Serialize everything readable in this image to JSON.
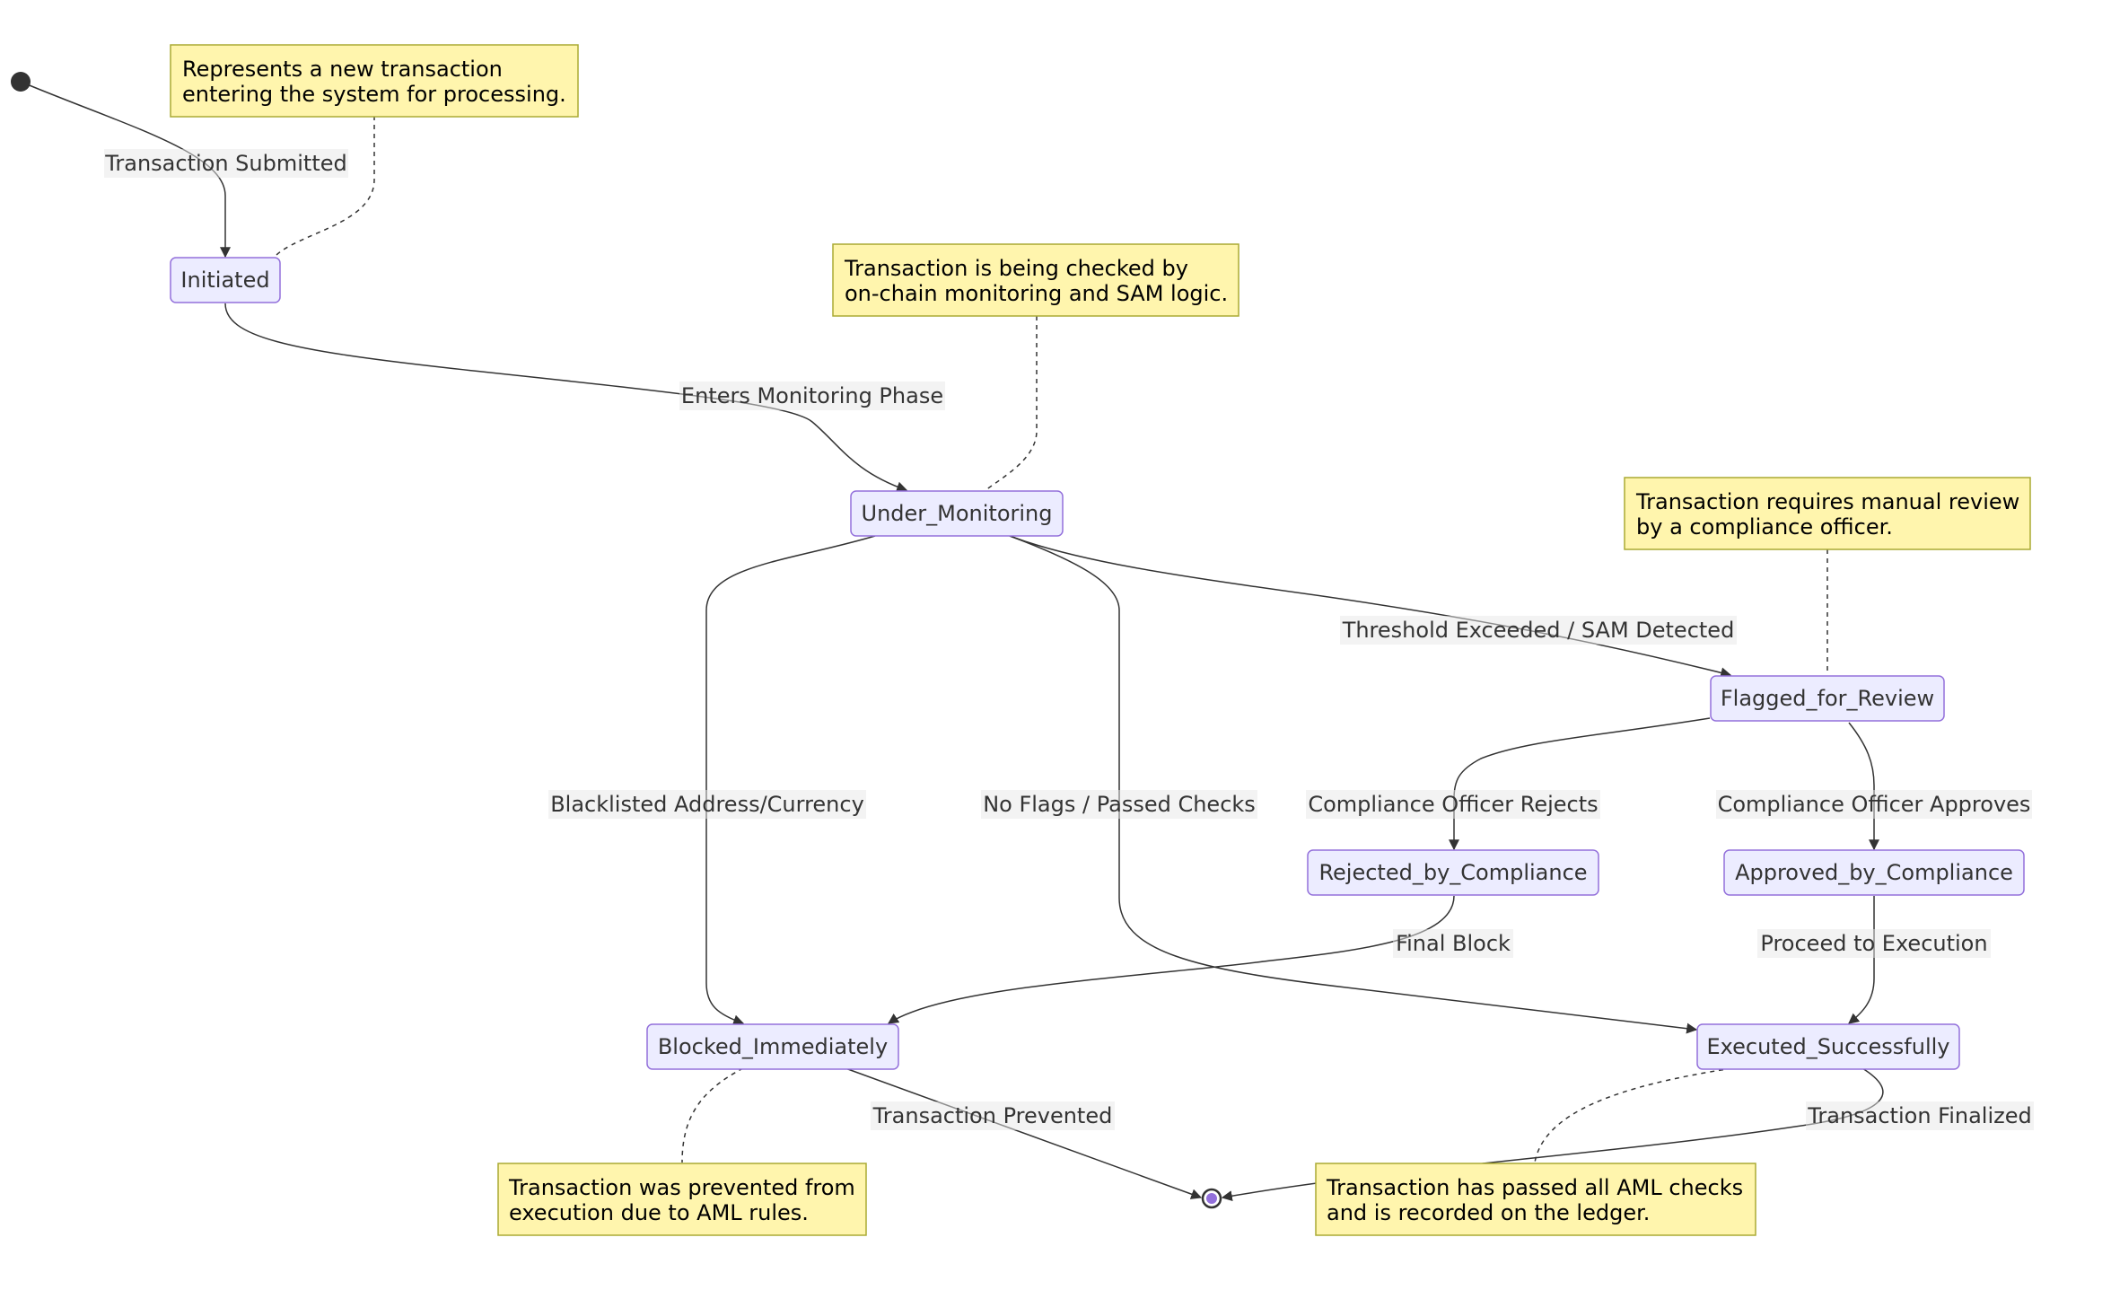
{
  "states": {
    "initiated": "Initiated",
    "under_monitoring": "Under_Monitoring",
    "flagged_for_review": "Flagged_for_Review",
    "rejected_by_compliance": "Rejected_by_Compliance",
    "approved_by_compliance": "Approved_by_Compliance",
    "blocked_immediately": "Blocked_Immediately",
    "executed_successfully": "Executed_Successfully"
  },
  "transitions": {
    "submitted": "Transaction Submitted",
    "enters_monitoring": "Enters Monitoring Phase",
    "threshold_exceeded": "Threshold Exceeded / SAM Detected",
    "blacklisted": "Blacklisted Address/Currency",
    "no_flags": "No Flags / Passed Checks",
    "officer_rejects": "Compliance Officer Rejects",
    "officer_approves": "Compliance Officer Approves",
    "final_block": "Final Block",
    "proceed_execution": "Proceed to Execution",
    "prevented": "Transaction Prevented",
    "finalized": "Transaction Finalized"
  },
  "notes": {
    "initiated": [
      "Represents a new transaction",
      "entering the system for processing."
    ],
    "under_monitoring": [
      "Transaction is being checked by",
      "on-chain monitoring and SAM logic."
    ],
    "flagged_for_review": [
      "Transaction requires manual review",
      "by a compliance officer."
    ],
    "blocked_immediately": [
      "Transaction was prevented from",
      "execution due to AML rules."
    ],
    "executed_successfully": [
      "Transaction has passed all AML checks",
      "and is recorded on the ledger."
    ]
  },
  "colors": {
    "state_fill": "#ECECFF",
    "state_stroke": "#9370DB",
    "note_fill": "#FFF5AD",
    "note_stroke": "#AAAA33",
    "edge": "#333333",
    "end_inner": "#9370DB"
  }
}
